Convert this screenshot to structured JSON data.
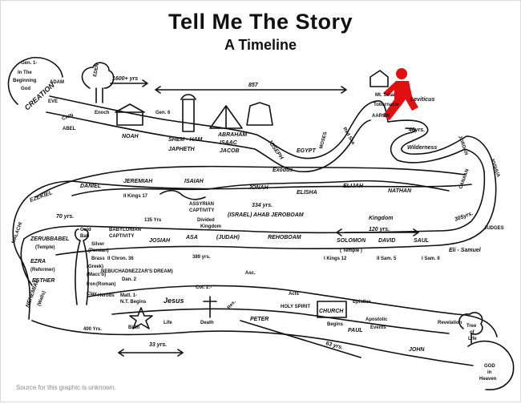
{
  "title": "Tell Me The Story",
  "subtitle": "A Timeline",
  "source_note": "Source for this graphic is unknown.",
  "accent_color": "#e01010",
  "figure_icon": "red-walking-person-icon",
  "labels": {
    "gen1": "Gen. 1-",
    "in_the": "In The",
    "beginning": "Beginning",
    "god": "God",
    "creation": "CREATION",
    "adam": "ADAM",
    "eve": "EVE",
    "cain": "CAIN",
    "abel": "ABEL",
    "eden": "EDEN",
    "yrs1600": "1600+ yrs",
    "yrs857": "857",
    "enoch": "Enoch",
    "gen6": "Gen. 6",
    "noah": "NOAH",
    "shem_ham": "SHEM - HAM",
    "japheth": "JAPHETH",
    "abraham": "ABRAHAM",
    "isaac": "ISAAC",
    "jacob": "JACOB",
    "joseph": "JOSEPH",
    "egypt": "EGYPT",
    "moses": "MOSES",
    "red_sea": "Red Sea",
    "exodus": "Exodus",
    "mt_sinai": "Mt. Sinai",
    "tobernacle": "Tobarnacle",
    "aaron": "AARON",
    "leviticus": "Leviticus",
    "yrs40": "40yrs.",
    "wilderness": "Wilderness",
    "jordan": "JORDAN",
    "joshua": "JOSHUA",
    "canaan": "CANAAN",
    "yrs305": "305yrs.",
    "judges": "JUDGES",
    "eli_samuel": "Eli - Samuel",
    "saul": "SAUL",
    "david": "DAVID",
    "solomon": "SOLOMON",
    "temple": "( Temple )",
    "yrs120": "120 yrs.",
    "kingdom": "Kingdom",
    "nathan": "NATHAN",
    "elijah": "ELIJAH",
    "elisha": "ELISHA",
    "jonah": "JONAH",
    "isaiah": "ISAIAH",
    "jeremiah": "JEREMIAH",
    "daniel": "DANIEL",
    "ezekiel": "EZEKIEL",
    "ii_kings17": "II Kings 17",
    "assyrian": "ASSYRIAN",
    "captivity": "CAPTIVITY",
    "yrs334": "334 yrs.",
    "israel": "(ISRAEL) AHAB JEROBOAM",
    "divided": "Divided",
    "kingdom2": "Kingdom",
    "yrs135": "135 Yrs",
    "yrs70": "70 yrs.",
    "babylonian": "BABYLONIAN",
    "captivity2": "CAPTIVITY",
    "josiah": "JOSIAH",
    "asa": "ASA",
    "judah": "(JUDAH)",
    "rehoboam": "REHOBOAM",
    "yrs389": "389 yrs.",
    "i_kings12": "I Kings 12",
    "ii_sam5": "II Sam. 5",
    "i_sam11": "I Sam. II",
    "ii_chron36": "II Chron. 36",
    "malachi": "MALACHI",
    "zerubbabel": "ZERUBBABEL",
    "temple2": "(Temple)",
    "ezra": "EZRA",
    "reformer": "(Reformer)",
    "esther": "ESTHER",
    "nehemiah": "NEHEMIAH",
    "walls": "(Walls)",
    "yrs400": "400 Yrs.",
    "gold": "Gold",
    "bab": "Bab",
    "silver": "Silver",
    "persian": "(Persian)",
    "brass": "Brass",
    "greek": "(Greek)",
    "maccb": "(Macc'b)",
    "iron": "Iron",
    "roman": "(Roman)",
    "clay": "Clay",
    "herods": "Herods",
    "nebuchadnezzar": "NEBUCHADNEZZAR'S DREAM)",
    "dan2": "Dan. 2",
    "matt1": "Matt. 1-",
    "nt_begins": "N.T. Begins",
    "jesus": "Jesus",
    "birth": "Birth",
    "life": "Life",
    "col2": "Col. 2:-",
    "death": "Death",
    "res": "Res.",
    "asc": "Asc.",
    "yrs33": "33 yrs.",
    "peter": "PETER",
    "acts": "Acts",
    "holy_spirit": "HOLY SPIRIT",
    "church": "CHURCH",
    "begins": "Begins",
    "paul": "PAUL",
    "epistles": "Epistles",
    "apostolic": "Apostolic",
    "events": "Events",
    "yrs63": "63 yrs.",
    "john": "JOHN",
    "revelation": "Revelation",
    "tree_of": "Tree",
    "of": "of",
    "life2": "Life",
    "god_in": "GOD",
    "in": "in",
    "heaven": "Heaven"
  }
}
